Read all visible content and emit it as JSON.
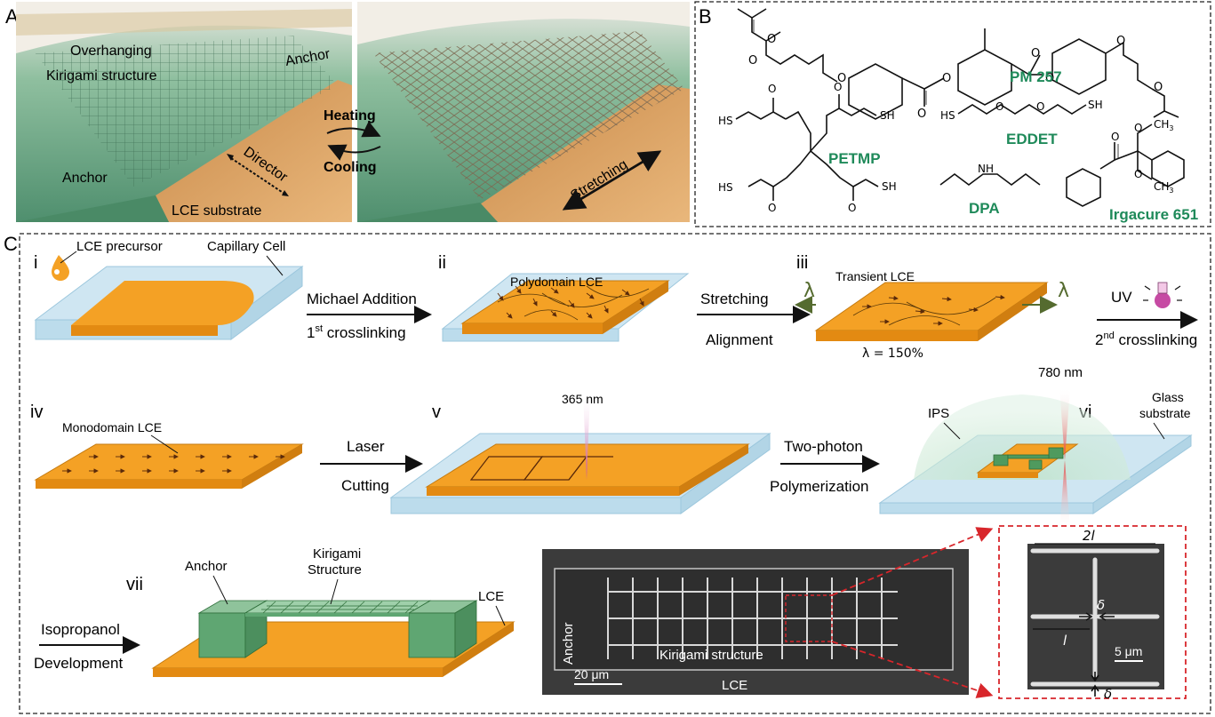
{
  "panel_a": {
    "label": "A",
    "overhanging_line1": "Overhanging",
    "overhanging_line2": "Kirigami structure",
    "anchor_right": "Anchor",
    "anchor_left": "Anchor",
    "director": "Director",
    "lce_substrate": "LCE substrate",
    "heating": "Heating",
    "cooling": "Cooling",
    "stretching": "Stretching"
  },
  "panel_b": {
    "label": "B",
    "pm257": "PM 257",
    "eddet": "EDDET",
    "petmp": "PETMP",
    "dpa": "DPA",
    "irgacure": "Irgacure 651",
    "sh": "SH",
    "hs": "HS",
    "nh": "NH",
    "o": "O",
    "ch3": "CH",
    "ch3_sub": "3"
  },
  "panel_c": {
    "label": "C",
    "step_i": "i",
    "step_ii": "ii",
    "step_iii": "iii",
    "step_iv": "iv",
    "step_v": "v",
    "step_vi": "vi",
    "step_vii": "vii",
    "lce_precursor": "LCE precursor",
    "capillary_cell": "Capillary Cell",
    "michael_addition": "Michael Addition",
    "first_crosslinking_num": "1",
    "first_crosslinking_sup": "st",
    "first_crosslinking_text": " crosslinking",
    "polydomain_lce": "Polydomain LCE",
    "stretching": "Stretching",
    "alignment": "Alignment",
    "transient_lce": "Transient LCE",
    "lambda": "λ",
    "lambda_value": "λ = 150%",
    "uv": "UV",
    "second_crosslinking_num": "2",
    "second_crosslinking_sup": "nd",
    "second_crosslinking_text": " crosslinking",
    "monodomain_lce": "Monodomain LCE",
    "laser": "Laser",
    "cutting": "Cutting",
    "nm365": "365 nm",
    "two_photon": "Two-photon",
    "polymerization": "Polymerization",
    "ips": "IPS",
    "nm780": "780 nm",
    "glass_line1": "Glass",
    "glass_line2": "substrate",
    "isopropanol": "Isopropanol",
    "development": "Development",
    "anchor": "Anchor",
    "kirigami_line1": "Kirigami",
    "kirigami_line2": "Structure",
    "lce": "LCE",
    "sem_anchor": "Anchor",
    "sem_kirigami": "Kirigami structure",
    "sem_lce": "LCE",
    "scale_20um": "20 μm",
    "zoom_2l": "2l",
    "zoom_l": "l",
    "zoom_delta": "δ",
    "scale_5um": "5 μm"
  },
  "colors": {
    "green_film": "#6fa889",
    "orange_lce": "#f4a125",
    "orange_side": "#e38a12",
    "glass": "#cfe6f2",
    "chem_green": "#1f8a5a",
    "dashed_red": "#d8262b",
    "sem_bg": "#3b3b3b"
  }
}
